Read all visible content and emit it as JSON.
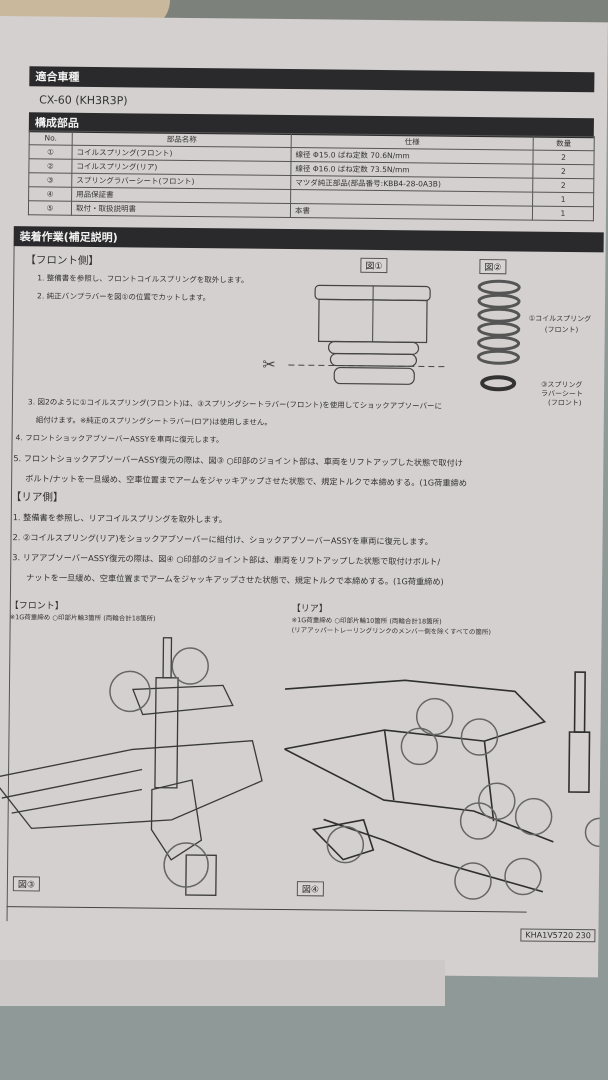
{
  "document": {
    "sections": {
      "vehicle": {
        "heading": "適合車種",
        "model": "CX-60 (KH3R3P)"
      },
      "parts": {
        "heading": "構成部品",
        "columns": [
          "No.",
          "部品名称",
          "仕様",
          "数量"
        ],
        "rows": [
          {
            "no": "①",
            "name": "コイルスプリング(フロント)",
            "spec": "線径 Φ15.0 ばね定数 70.6N/mm",
            "qty": "2"
          },
          {
            "no": "②",
            "name": "コイルスプリング(リア)",
            "spec": "線径 Φ16.0 ばね定数 73.5N/mm",
            "qty": "2"
          },
          {
            "no": "③",
            "name": "スプリングラバーシート(フロント)",
            "spec": "マツダ純正部品(部品番号:KBB4-28-0A3B)",
            "qty": "2"
          },
          {
            "no": "④",
            "name": "用品保証書",
            "spec": "",
            "qty": "1"
          },
          {
            "no": "⑤",
            "name": "取付・取扱説明書",
            "spec": "本書",
            "qty": "1"
          }
        ]
      },
      "install": {
        "heading": "装着作業(補足説明)",
        "front": {
          "title": "【フロント側】",
          "steps": [
            "1. 整備書を参照し、フロントコイルスプリングを取外します。",
            "2. 純正バンプラバーを図①の位置でカットします。",
            "3. 図2のように①コイルスプリング(フロント)は、③スプリングシートラバー(フロント)を使用してショックアブソーバーに",
            "組付けます。※純正のスプリングシートラバー(ロア)は使用しません。",
            "4. フロントショックアブソーバーASSYを車両に復元します。",
            "5. フロントショックアブソーバーASSY復元の際は、図③ ○印部のジョイント部は、車両をリフトアップした状態で取付け",
            "ボルト/ナットを一旦緩め、空車位置までアームをジャッキアップさせた状態で、規定トルクで本締めする。(1G荷重締め"
          ]
        },
        "rear": {
          "title": "【リア側】",
          "steps": [
            "1. 整備書を参照し、リアコイルスプリングを取外します。",
            "2. ②コイルスプリング(リア)をショックアブソーバーに組付け、ショックアブソーバーASSYを車両に復元します。",
            "3. リアアブソーバーASSY復元の際は、図④ ○印部のジョイント部は、車両をリフトアップした状態で取付けボルト/",
            "ナットを一旦緩め、空車位置までアームをジャッキアップさせた状態で、規定トルクで本締めする。(1G荷重締め)"
          ]
        },
        "figures": {
          "fig1": "図①",
          "fig2": "図②",
          "fig2_label_spring": "①コイルスプリング",
          "fig2_label_spring_sub": "(フロント)",
          "fig2_label_seat": "③スプリング",
          "fig2_label_seat_mid": "ラバーシート",
          "fig2_label_seat_sub": "(フロント)",
          "fig3": "図③",
          "fig4": "図④",
          "front_caption_title": "【フロント】",
          "front_caption_note": "※1G荷重締め ○印部片輪3箇所 (両輪合計18箇所)",
          "rear_caption_title": "【リア】",
          "rear_caption_note": "※1G荷重締め ○印部片輪10箇所 (両輪合計18箇所)",
          "rear_caption_note2": "(リアアッパートレーリングリンクのメンバー側を除くすべての箇所)"
        }
      }
    },
    "footer": {
      "doc_number": "KHA1V5720 230"
    }
  }
}
